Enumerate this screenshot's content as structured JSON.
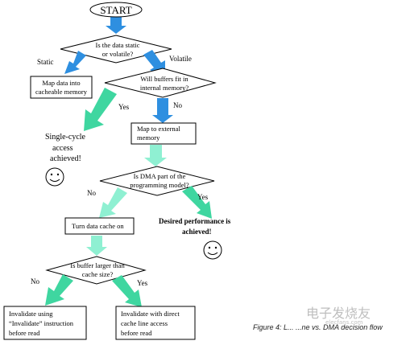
{
  "nodes": {
    "start": "START",
    "q_static": [
      "Is the data static",
      "or volatile?"
    ],
    "map_cacheable": [
      "Map data  into",
      "cacheable memory"
    ],
    "q_buffers": [
      "Will buffers fit in",
      "internal memory?"
    ],
    "single_cycle": [
      "Single-cycle",
      "access",
      "achieved!"
    ],
    "map_external": [
      "Map to external",
      "memory"
    ],
    "q_dma": [
      "Is DMA part of the",
      "programming model?"
    ],
    "desired": [
      "Desired performance is",
      "achieved!"
    ],
    "turn_cache": "Turn data cache on",
    "q_buffer_larger": [
      "Is buffer larger than",
      "cache size?"
    ],
    "invalidate_instr": [
      "Invalidate using",
      "“Invalidate” instruction",
      "before read"
    ],
    "invalidate_direct": [
      "Invalidate with direct",
      "cache line access",
      "before read"
    ]
  },
  "edge_labels": {
    "static": "Static",
    "volatile": "Volatile",
    "yes1": "Yes",
    "no1": "No",
    "no2": "No",
    "yes2": "Yes",
    "no3": "No",
    "yes3": "Yes"
  },
  "caption": "Figure 4: L... ...ne vs. DMA decision flow",
  "watermark": "电子发烧友",
  "watermark_small": "elecfans.com",
  "colors": {
    "blue_arrow": "#2e8fe0",
    "teal_arrow": "#3fd6a0",
    "light_teal_arrow": "#8ff0d2",
    "box_border": "#000000"
  }
}
